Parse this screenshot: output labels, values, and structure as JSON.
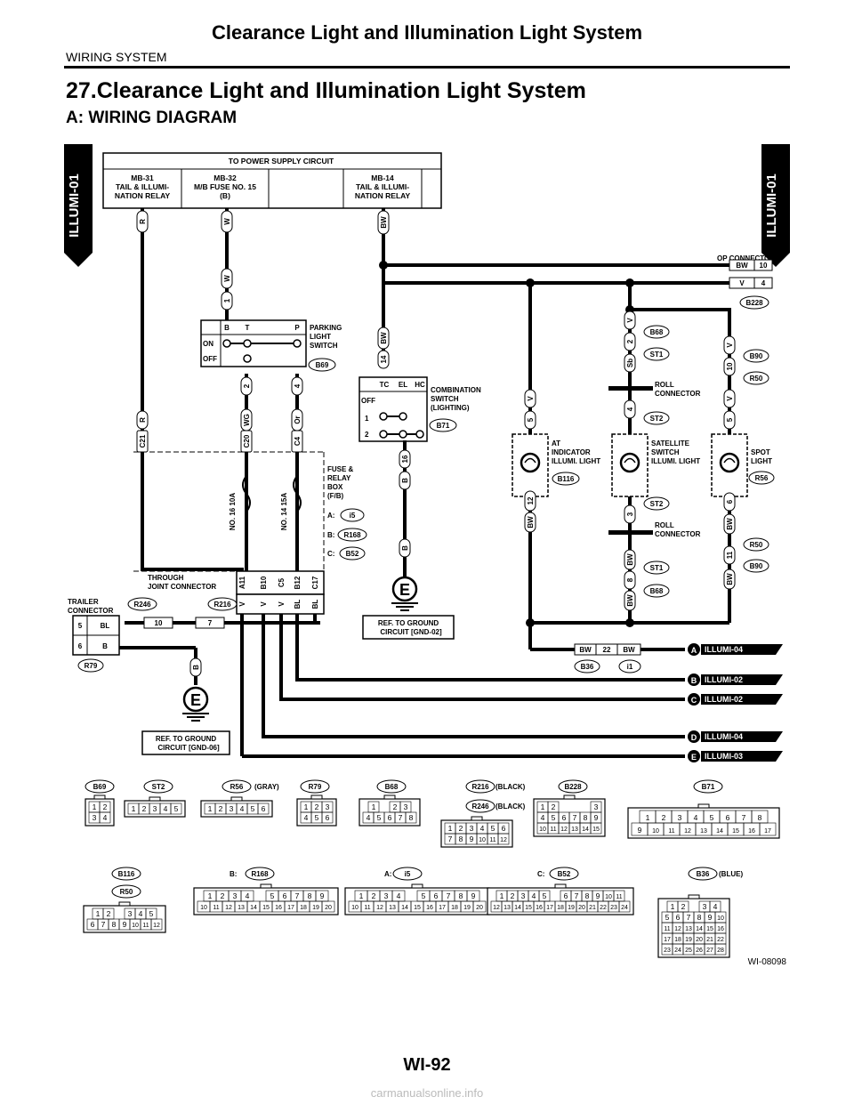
{
  "header": {
    "title": "Clearance Light and Illumination Light System",
    "subtitle": "WIRING SYSTEM"
  },
  "section": {
    "title": "27.Clearance Light and Illumination Light System",
    "subtitle": "A:  WIRING DIAGRAM"
  },
  "side_tab": "ILLUMI-01",
  "power": {
    "title": "TO POWER SUPPLY CIRCUIT",
    "c1": [
      "MB-31",
      "TAIL & ILLUMI-",
      "NATION RELAY"
    ],
    "c2": [
      "MB-32",
      "M/B FUSE NO. 15",
      "(B)"
    ],
    "c3": [
      "MB-14",
      "TAIL & ILLUMI-",
      "NATION RELAY"
    ]
  },
  "wires": {
    "R": "R",
    "W": "W",
    "BW": "BW",
    "B": "B",
    "V": "V",
    "WG": "WG",
    "Or": "Or",
    "BL": "BL",
    "Sb": "Sb"
  },
  "op_connector": {
    "label": "OP CONNECTOR",
    "pins": [
      "10",
      "4"
    ],
    "id": "B228"
  },
  "parking": {
    "label": [
      "PARKING",
      "LIGHT",
      "SWITCH"
    ],
    "id": "B69",
    "cols": [
      "B",
      "T",
      "P"
    ],
    "on": "ON",
    "off": "OFF",
    "pins": [
      "1",
      "2",
      "4"
    ]
  },
  "combination": {
    "label": [
      "COMBINATION",
      "SWITCH",
      "(LIGHTING)"
    ],
    "id": "B71",
    "cols": [
      "TC",
      "EL",
      "HC"
    ],
    "rows": [
      "OFF",
      "1",
      "2"
    ],
    "pins": [
      "14",
      "16"
    ]
  },
  "fuse_box": {
    "label": [
      "FUSE &",
      "RELAY",
      "BOX",
      "(F/B)"
    ],
    "fuses": [
      "NO. 16 10A",
      "NO. 14 15A"
    ],
    "conn": [
      {
        "k": "A:",
        "v": "i5"
      },
      {
        "k": "B:",
        "v": "R168"
      },
      {
        "k": "C:",
        "v": "B52"
      }
    ],
    "pins_top": [
      "C21",
      "C20",
      "C4"
    ],
    "pins_bot": [
      "A11",
      "B10",
      "C5",
      "B12",
      "C17"
    ]
  },
  "through_joint": {
    "label": [
      "THROUGH",
      "JOINT CONNECTOR"
    ],
    "ids": [
      "R246",
      "R216"
    ],
    "pins": [
      "10",
      "7"
    ]
  },
  "trailer": {
    "label": [
      "TRAILER",
      "CONNECTOR"
    ],
    "pins": [
      "5",
      "6"
    ],
    "id": "R79"
  },
  "ground": {
    "symbol": "E",
    "ref1": [
      "REF. TO GROUND",
      "CIRCUIT [GND-02]"
    ],
    "ref2": [
      "REF. TO GROUND",
      "CIRCUIT [GND-06]"
    ]
  },
  "at_light": {
    "label": [
      "AT",
      "INDICATOR",
      "ILLUMI. LIGHT"
    ],
    "id": "B116",
    "pins": [
      "5",
      "12"
    ]
  },
  "satellite": {
    "label": [
      "SATELLITE",
      "SWITCH",
      "ILLUMI. LIGHT"
    ],
    "pins": [
      "2",
      "4",
      "3",
      "8"
    ]
  },
  "roll": {
    "label": [
      "ROLL",
      "CONNECTOR"
    ]
  },
  "spot": {
    "label": [
      "SPOT",
      "LIGHT"
    ],
    "pins": [
      "10",
      "5",
      "6",
      "11"
    ]
  },
  "ids": {
    "B68": "B68",
    "ST1": "ST1",
    "ST2": "ST2",
    "B90": "B90",
    "R50": "R50",
    "R56": "R56",
    "B36": "B36",
    "i1": "i1"
  },
  "jc22": "22",
  "refs": [
    {
      "letter": "A",
      "text": "ILLUMI-04"
    },
    {
      "letter": "B",
      "text": "ILLUMI-02"
    },
    {
      "letter": "C",
      "text": "ILLUMI-02"
    },
    {
      "letter": "D",
      "text": "ILLUMI-04"
    },
    {
      "letter": "E",
      "text": "ILLUMI-03"
    }
  ],
  "connectors": {
    "B69": {
      "rows": [
        [
          "1",
          "2"
        ],
        [
          "3",
          "4"
        ]
      ]
    },
    "ST2": {
      "rows": [
        [
          "1",
          "2",
          "3",
          "4",
          "5"
        ]
      ]
    },
    "R56": {
      "note": "(GRAY)",
      "rows": [
        [
          "1",
          "2",
          "3",
          "4",
          "5",
          "6"
        ]
      ]
    },
    "R79": {
      "rows": [
        [
          "1",
          "2",
          "3"
        ],
        [
          "4",
          "5",
          "6"
        ]
      ]
    },
    "B68": {
      "rows": [
        [
          "1",
          "",
          "2",
          "3"
        ],
        [
          "4",
          "5",
          "6",
          "7",
          "8"
        ]
      ]
    },
    "R216": {
      "note": "(BLACK)"
    },
    "R246": {
      "note": "(BLACK)",
      "rows": [
        [
          "1",
          "2",
          "3",
          "4",
          "5",
          "6"
        ],
        [
          "7",
          "8",
          "9",
          "10",
          "11",
          "12"
        ]
      ]
    },
    "B228": {
      "rows": [
        [
          "1",
          "2",
          "",
          "",
          "",
          "3"
        ],
        [
          "4",
          "5",
          "6",
          "7",
          "8",
          "9"
        ],
        [
          "10",
          "11",
          "12",
          "13",
          "14",
          "15"
        ]
      ]
    },
    "B71": {
      "rows": [
        [
          "1",
          "2",
          "3",
          "4",
          "5",
          "6",
          "7",
          "8"
        ],
        [
          "9",
          "10",
          "11",
          "12",
          "13",
          "14",
          "15",
          "16",
          "17"
        ]
      ]
    },
    "B116": {
      "rows": [
        [
          "1",
          "2",
          "",
          "3",
          "4",
          "5"
        ],
        [
          "6",
          "7",
          "8",
          "9",
          "10",
          "11",
          "12"
        ]
      ]
    },
    "R168": {
      "prefix": "B:",
      "rows": [
        [
          "1",
          "2",
          "3",
          "4",
          "",
          "5",
          "6",
          "7",
          "8",
          "9"
        ],
        [
          "10",
          "11",
          "12",
          "13",
          "14",
          "15",
          "16",
          "17",
          "18",
          "19",
          "20"
        ]
      ]
    },
    "i5": {
      "prefix": "A:",
      "rows": [
        [
          "1",
          "2",
          "3",
          "4",
          "",
          "5",
          "6",
          "7",
          "8",
          "9"
        ],
        [
          "10",
          "11",
          "12",
          "13",
          "14",
          "15",
          "16",
          "17",
          "18",
          "19",
          "20"
        ]
      ]
    },
    "B52": {
      "prefix": "C:",
      "rows": [
        [
          "1",
          "2",
          "3",
          "4",
          "5",
          "",
          "6",
          "7",
          "8",
          "9",
          "10",
          "11"
        ],
        [
          "12",
          "13",
          "14",
          "15",
          "16",
          "17",
          "18",
          "19",
          "20",
          "21",
          "22",
          "23",
          "24"
        ]
      ]
    },
    "B36": {
      "note": "(BLUE)",
      "rows": [
        [
          "1",
          "2",
          "",
          "3",
          "4"
        ],
        [
          "5",
          "6",
          "7",
          "8",
          "9",
          "10"
        ],
        [
          "11",
          "12",
          "13",
          "14",
          "15",
          "16"
        ],
        [
          "17",
          "18",
          "19",
          "20",
          "21",
          "22"
        ],
        [
          "23",
          "24",
          "25",
          "26",
          "27",
          "28"
        ]
      ]
    }
  },
  "figure_id": "WI-08098",
  "page_number": "WI-92",
  "watermark": "carmanualsonline.info"
}
